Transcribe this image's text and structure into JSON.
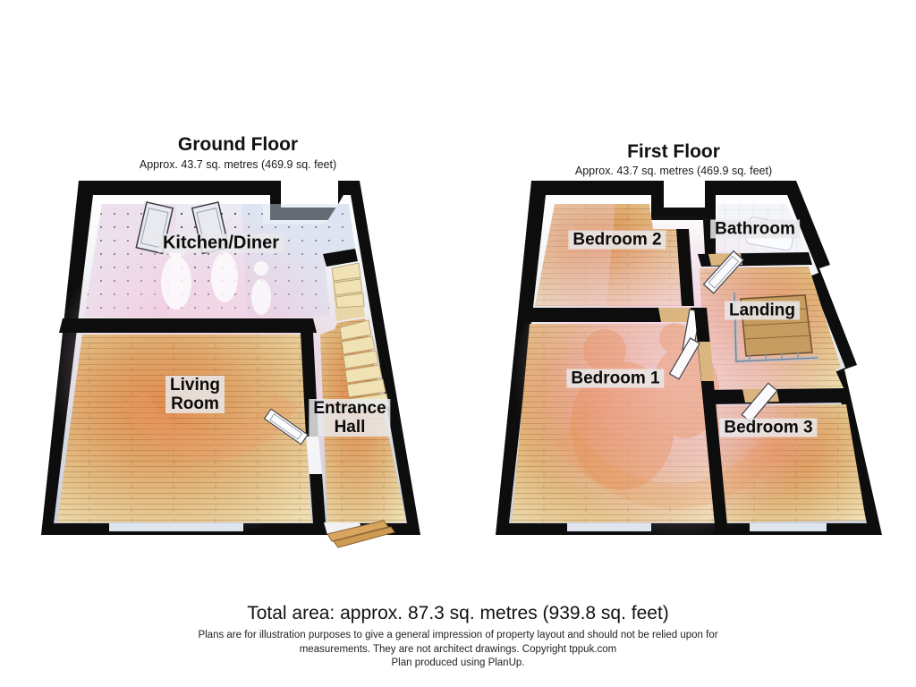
{
  "ground_floor": {
    "title": "Ground Floor",
    "subtitle": "Approx. 43.7 sq. metres (469.9 sq. feet)",
    "rooms": {
      "kitchen_diner": "Kitchen/Diner",
      "living_room": "Living\nRoom",
      "entrance_hall": "Entrance\nHall"
    }
  },
  "first_floor": {
    "title": "First Floor",
    "subtitle": "Approx. 43.7 sq. metres (469.9 sq. feet)",
    "rooms": {
      "bedroom_2": "Bedroom 2",
      "bathroom": "Bathroom",
      "landing": "Landing",
      "bedroom_1": "Bedroom 1",
      "bedroom_3": "Bedroom 3"
    }
  },
  "footer": {
    "total_area": "Total area: approx. 87.3 sq. metres (939.8 sq. feet)",
    "disclaimer_line1": "Plans are for illustration purposes to give a general impression of property layout and should not be relied upon for",
    "disclaimer_line2": "measurements. They are not architect drawings.  Copyright tppuk.com",
    "disclaimer_line3": "Plan produced using PlanUp."
  },
  "colors": {
    "wall": "#0d0d0e",
    "wood_floor_center": "#e38d50",
    "wood_floor_edge": "#eedfb2",
    "kitchen_tile": "#eceaf3",
    "bathroom_tile": "#f4f5f9",
    "stairs": "#f0e2b4",
    "watermark_pink": "#f4c5db",
    "label_background": "#e9e9eb"
  }
}
